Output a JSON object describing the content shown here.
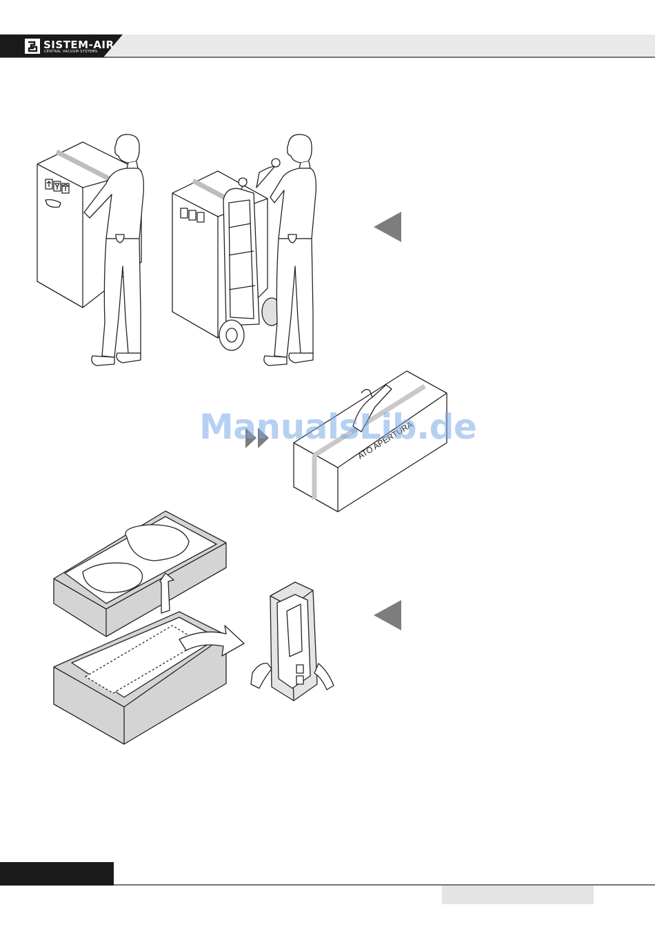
{
  "header": {
    "brand": "SISTEM-AIR",
    "tagline": "CENTRAL VACUUM SYSTEMS",
    "bar_color": "#e9e9e9",
    "logo_color": "#1a1a1a"
  },
  "illustrations": {
    "box_label": "ATO APERTURA",
    "box_icons": [
      "arrow-up-icon",
      "fragile-glass-icon",
      "umbrella-icon"
    ]
  },
  "markers": {
    "color": "#7d7d7d"
  },
  "watermark": "ManualsLib.de",
  "footer": {
    "left_block_color": "#1a1a1a",
    "right_block_color": "#e4e4e4"
  }
}
